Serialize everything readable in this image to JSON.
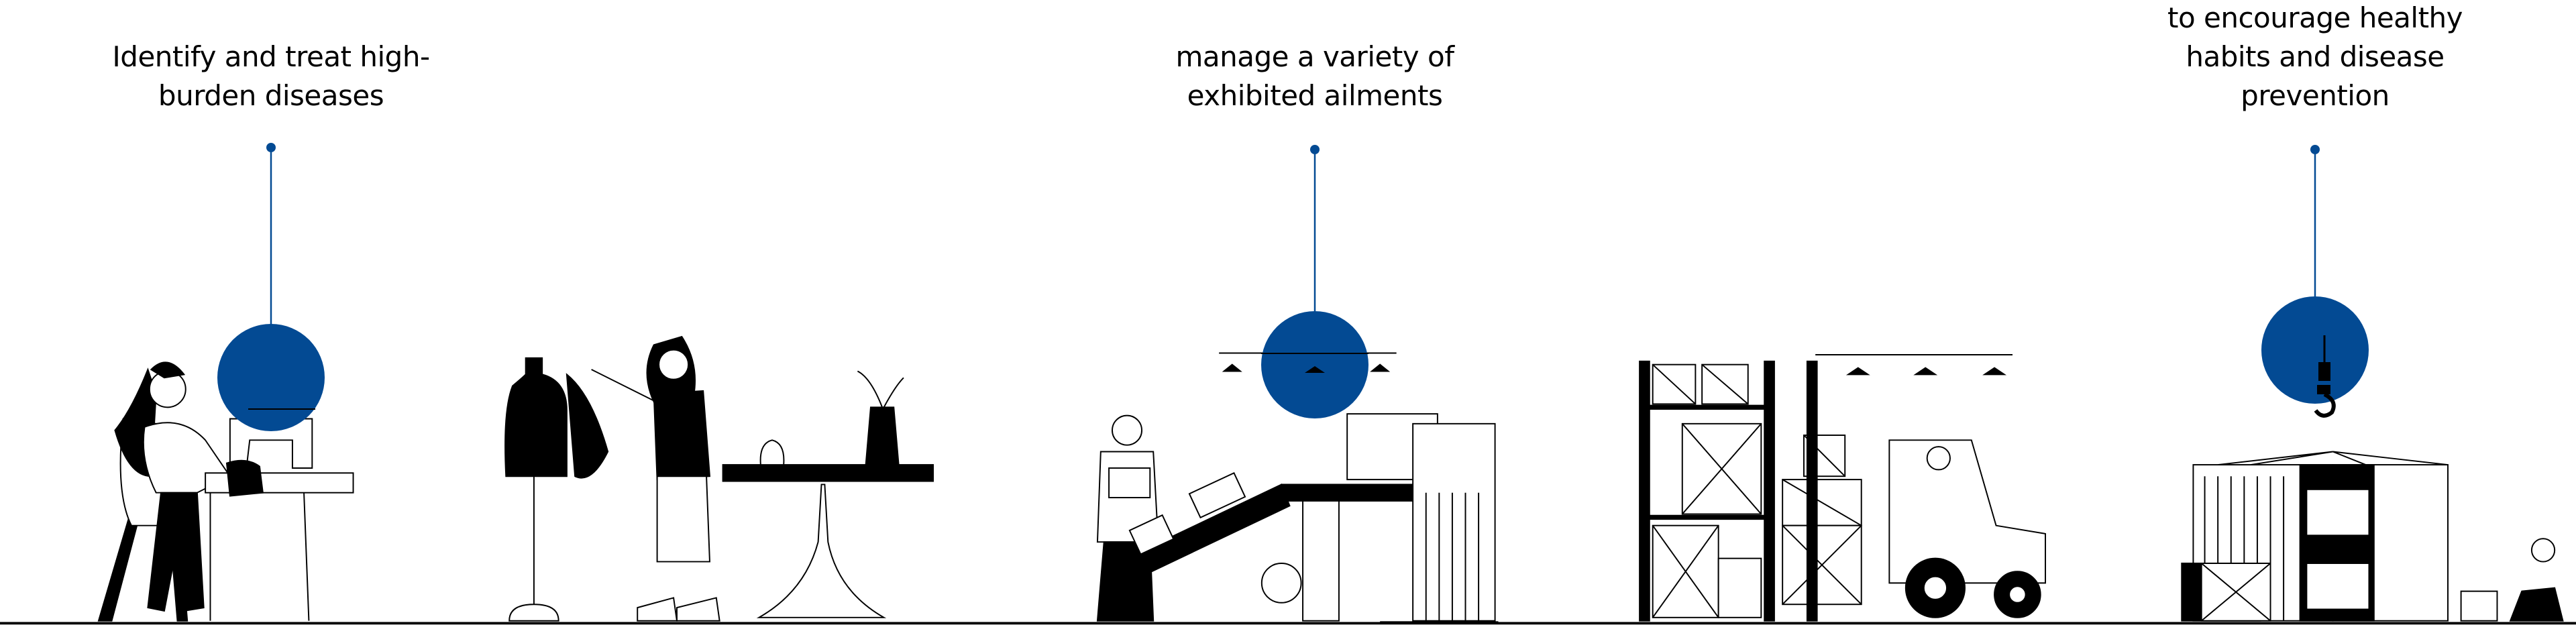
{
  "captions": [
    {
      "lines": [
        "Identify and treat high-",
        "burden diseases"
      ]
    },
    {
      "lines": [
        "manage a variety of",
        "exhibited ailments"
      ]
    },
    {
      "lines": [
        "to encourage healthy",
        "habits and disease",
        "prevention"
      ]
    }
  ],
  "colors": {
    "accent": "#034A93",
    "ink": "#000000",
    "background": "#FFFFFF"
  },
  "scenes": [
    "sewing-workshop",
    "tailor-with-mannequin",
    "factory-conveyor",
    "warehouse-forklift",
    "shipping-container-crane"
  ]
}
